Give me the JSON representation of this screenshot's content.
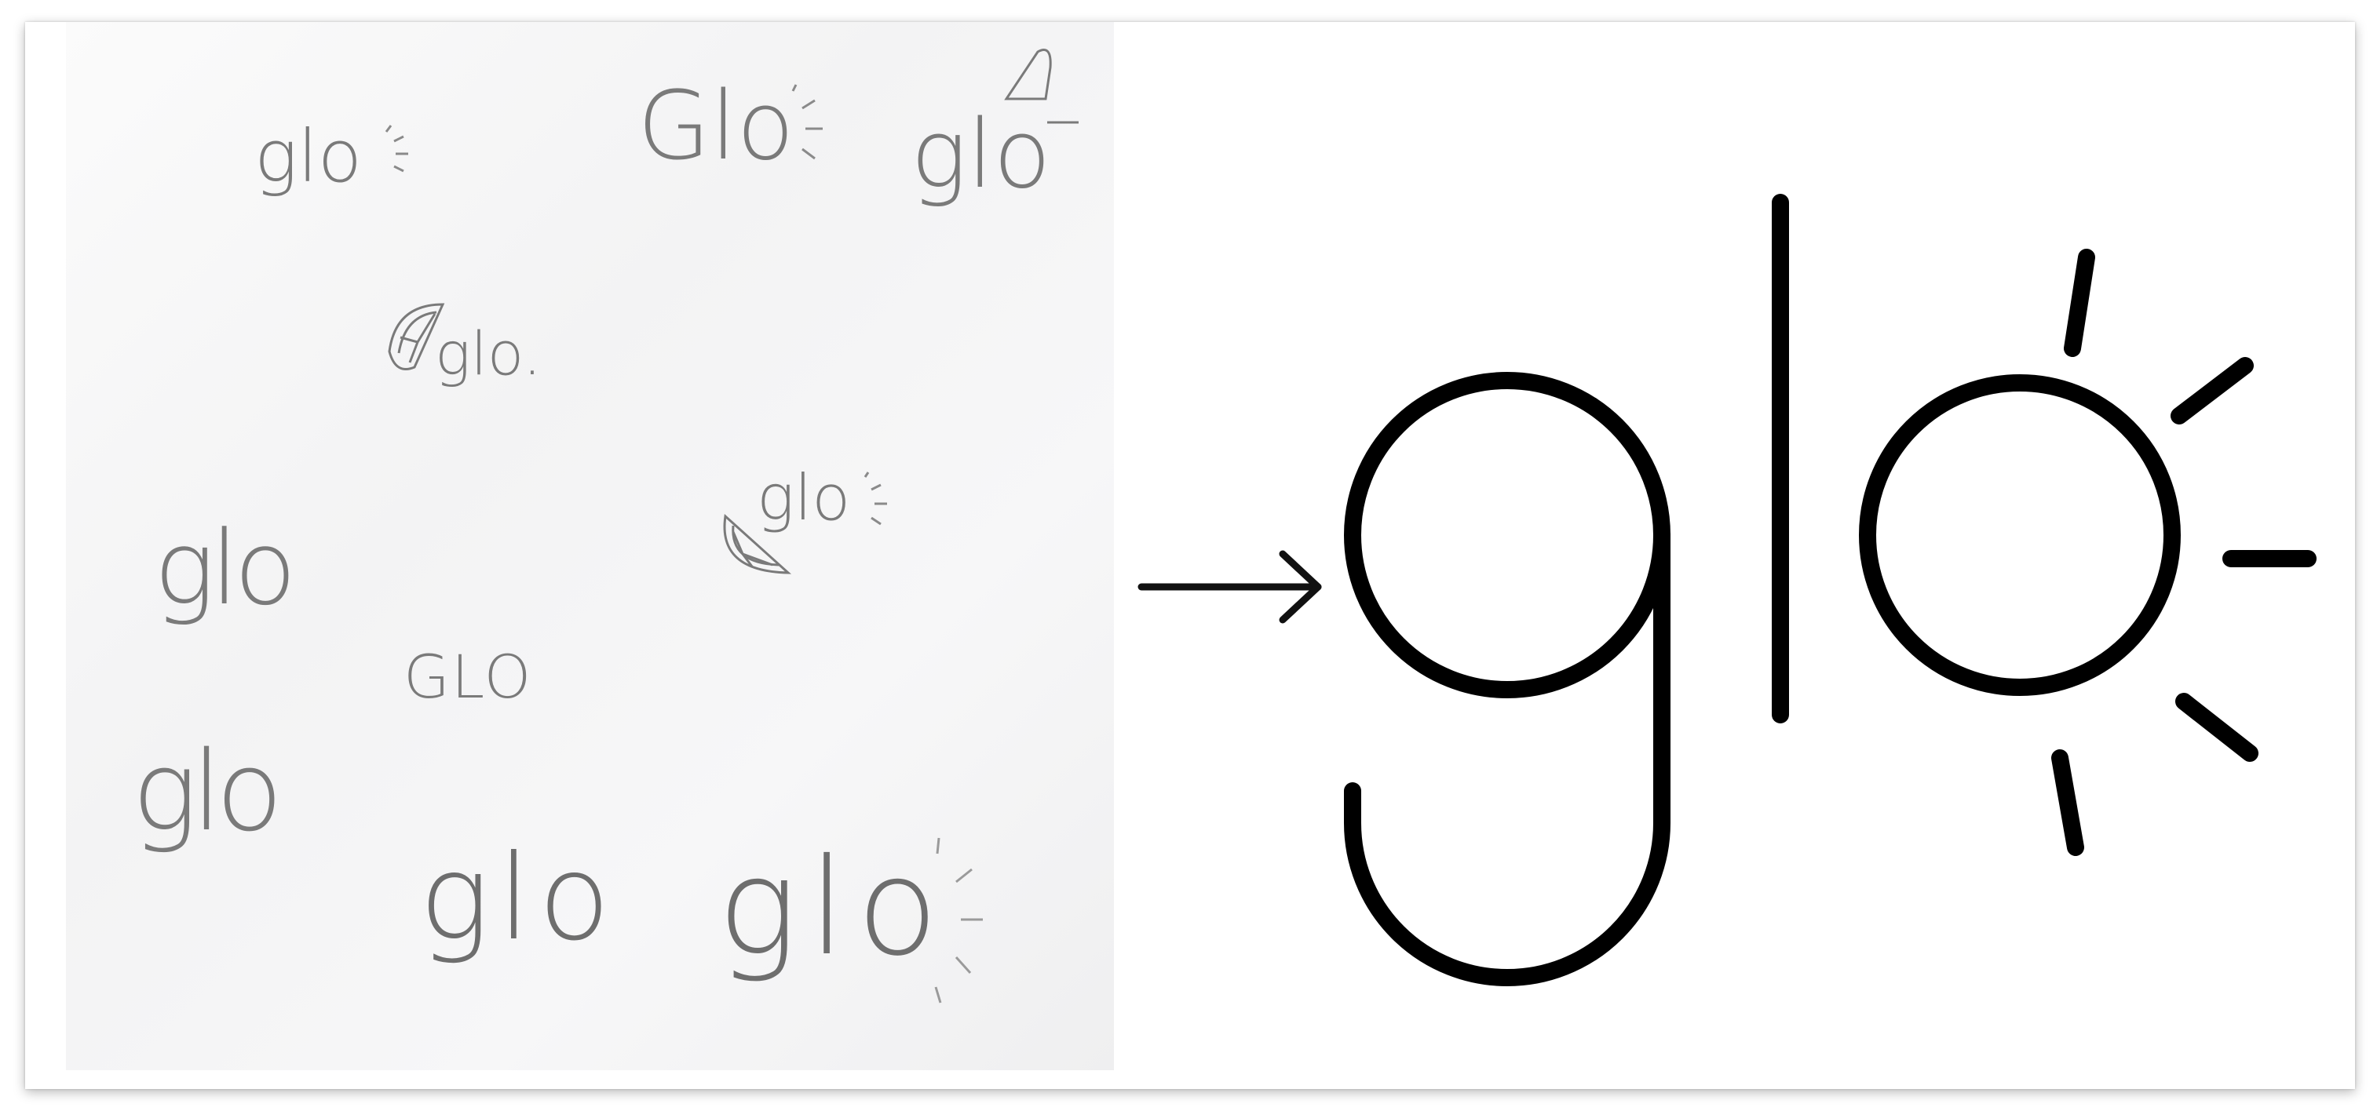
{
  "sketches": {
    "items": [
      {
        "id": "s1",
        "text": "glo",
        "style": "sunrays-small"
      },
      {
        "id": "s2",
        "text": "Glo",
        "style": "sunrays"
      },
      {
        "id": "s3",
        "text": "glo",
        "style": "lemon-slice-tall"
      },
      {
        "id": "s4",
        "text": "glo.",
        "style": "lemon-slice-left"
      },
      {
        "id": "s5",
        "text": "glo",
        "style": "block"
      },
      {
        "id": "s6",
        "text": "glo",
        "style": "lemon-slice-sunrays"
      },
      {
        "id": "s7",
        "text": "GLO",
        "style": "capitals"
      },
      {
        "id": "s8",
        "text": "glo",
        "style": "block-2"
      },
      {
        "id": "s9",
        "text": "glo",
        "style": "rounded"
      },
      {
        "id": "s10",
        "text": "glo",
        "style": "rounded-sun"
      }
    ]
  },
  "arrow": {
    "icon": "arrow-right-icon"
  },
  "final_logo": {
    "icon": "glo-sun-logo-icon",
    "stroke_color": "#000000"
  },
  "colors": {
    "sketch_ink": "#7a7a7a",
    "logo_ink": "#000000",
    "paper": "#f6f6f7"
  }
}
